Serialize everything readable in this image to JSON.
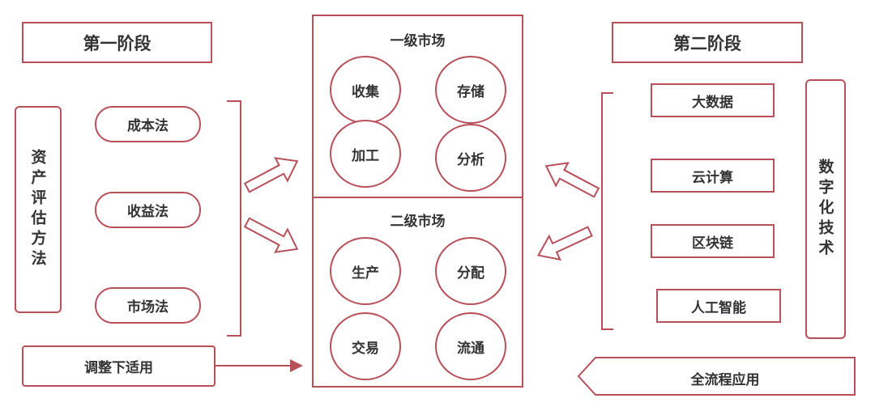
{
  "colors": {
    "accent": "#b8505a",
    "text": "#333333"
  },
  "stage1": {
    "title": "第一阶段",
    "method_group": "资产评估方法",
    "methods": [
      "成本法",
      "收益法",
      "市场法"
    ],
    "adjust": "调整下适用"
  },
  "market": {
    "primary": {
      "title": "一级市场",
      "items": [
        "收集",
        "存储",
        "加工",
        "分析"
      ]
    },
    "secondary": {
      "title": "二级市场",
      "items": [
        "生产",
        "分配",
        "交易",
        "流通"
      ]
    }
  },
  "stage2": {
    "title": "第二阶段",
    "tech_group": "数字化技术",
    "techs": [
      "大数据",
      "云计算",
      "区块链",
      "人工智能"
    ],
    "process": "全流程应用"
  }
}
